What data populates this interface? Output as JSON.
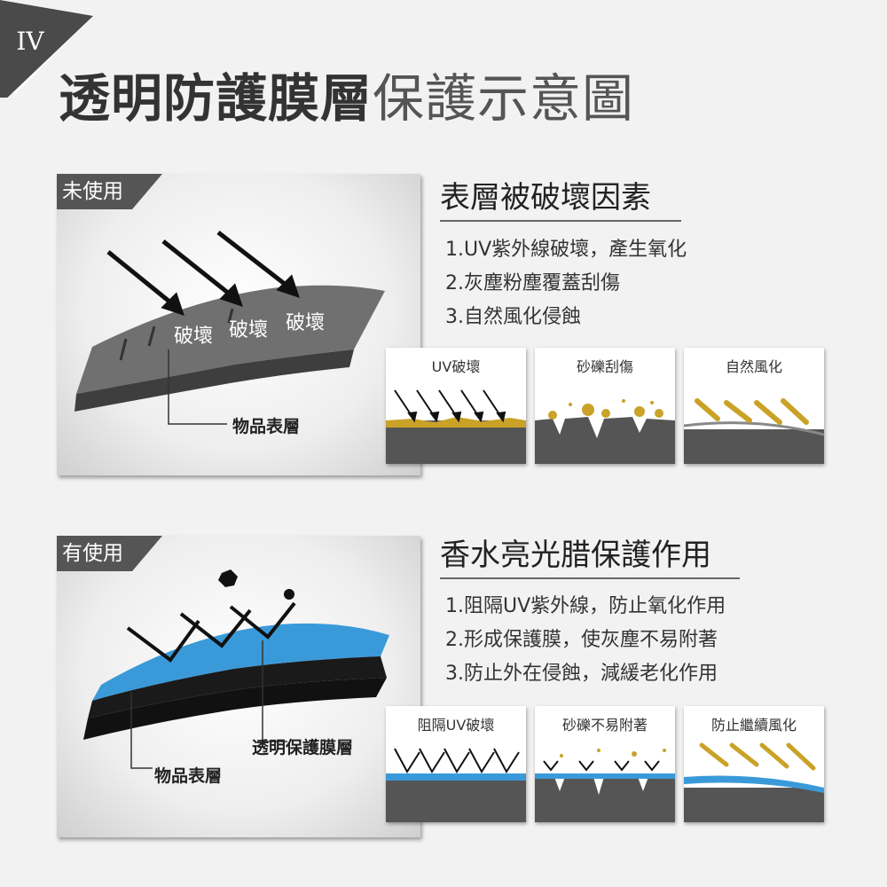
{
  "header": {
    "roman_numeral": "IV",
    "title_bold": "透明防護膜層",
    "title_light": "保護示意圖"
  },
  "sections": [
    {
      "tag": "未使用",
      "heading": "表層被破壞因素",
      "items": [
        "1.UV紫外線破壞，產生氧化",
        "2.灰塵粉塵覆蓋刮傷",
        "3.自然風化侵蝕"
      ],
      "labels": {
        "break": [
          "破壞",
          "破壞",
          "破壞"
        ],
        "surface": "物品表層"
      },
      "thumbs": [
        "UV破壞",
        "砂礫刮傷",
        "自然風化"
      ]
    },
    {
      "tag": "有使用",
      "heading": "香水亮光腊保護作用",
      "items": [
        "1.阻隔UV紫外線，防止氧化作用",
        "2.形成保護膜，使灰塵不易附著",
        "3.防止外在侵蝕，減緩老化作用"
      ],
      "labels": {
        "film": "透明保護膜層",
        "surface": "物品表層"
      },
      "thumbs": [
        "阻隔UV破壞",
        "砂礫不易附著",
        "防止繼續風化"
      ]
    }
  ],
  "colors": {
    "dark_gray": "#555555",
    "surface_gray": "#6e6e6e",
    "film_blue": "#3a9ad9",
    "dust_gold": "#c9a227",
    "black": "#1a1a1a"
  }
}
